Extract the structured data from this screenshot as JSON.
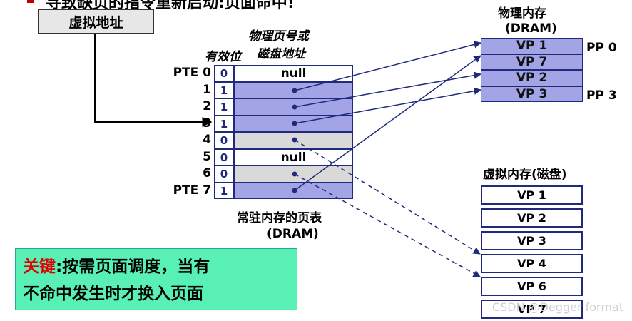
{
  "header": {
    "text": "寻致缺页的指令重新启动:页面命中!"
  },
  "virtual_address": {
    "label": "虚拟地址"
  },
  "page_table": {
    "col_valid": "有效位",
    "col_phys_1": "物理页号或",
    "col_phys_2": "磁盘地址",
    "rows": [
      {
        "label": "PTE 0",
        "valid": "0",
        "content": "null"
      },
      {
        "label": "1",
        "valid": "1",
        "content": ""
      },
      {
        "label": "2",
        "valid": "1",
        "content": ""
      },
      {
        "label": "3",
        "valid": "1",
        "content": ""
      },
      {
        "label": "4",
        "valid": "0",
        "content": ""
      },
      {
        "label": "5",
        "valid": "0",
        "content": "null"
      },
      {
        "label": "6",
        "valid": "0",
        "content": ""
      },
      {
        "label": "PTE 7",
        "valid": "1",
        "content": ""
      }
    ],
    "caption_1": "常驻内存的页表",
    "caption_2": "(DRAM)"
  },
  "physical_memory": {
    "title": "物理内存",
    "subtitle": "(DRAM)",
    "cells": [
      "VP 1",
      "VP 7",
      "VP 2",
      "VP 3"
    ],
    "pp_labels": [
      "PP 0",
      "PP 3"
    ]
  },
  "virtual_memory": {
    "title": "虚拟内存(磁盘)",
    "cells": [
      "VP 1",
      "VP 2",
      "VP 3",
      "VP 4",
      "VP 6",
      "VP 7"
    ]
  },
  "key_note": {
    "highlight": "关键",
    "line1_rest": ":按需页面调度，当有",
    "line2": "不命中发生时才换入页面"
  },
  "watermark": "CSDN @Degger format",
  "colors": {
    "table_blue": "#a2a4e6",
    "table_gray": "#d9d9d9",
    "border_navy": "#1f2a7a",
    "key_green": "#58f0b4",
    "key_red": "#e00000"
  }
}
